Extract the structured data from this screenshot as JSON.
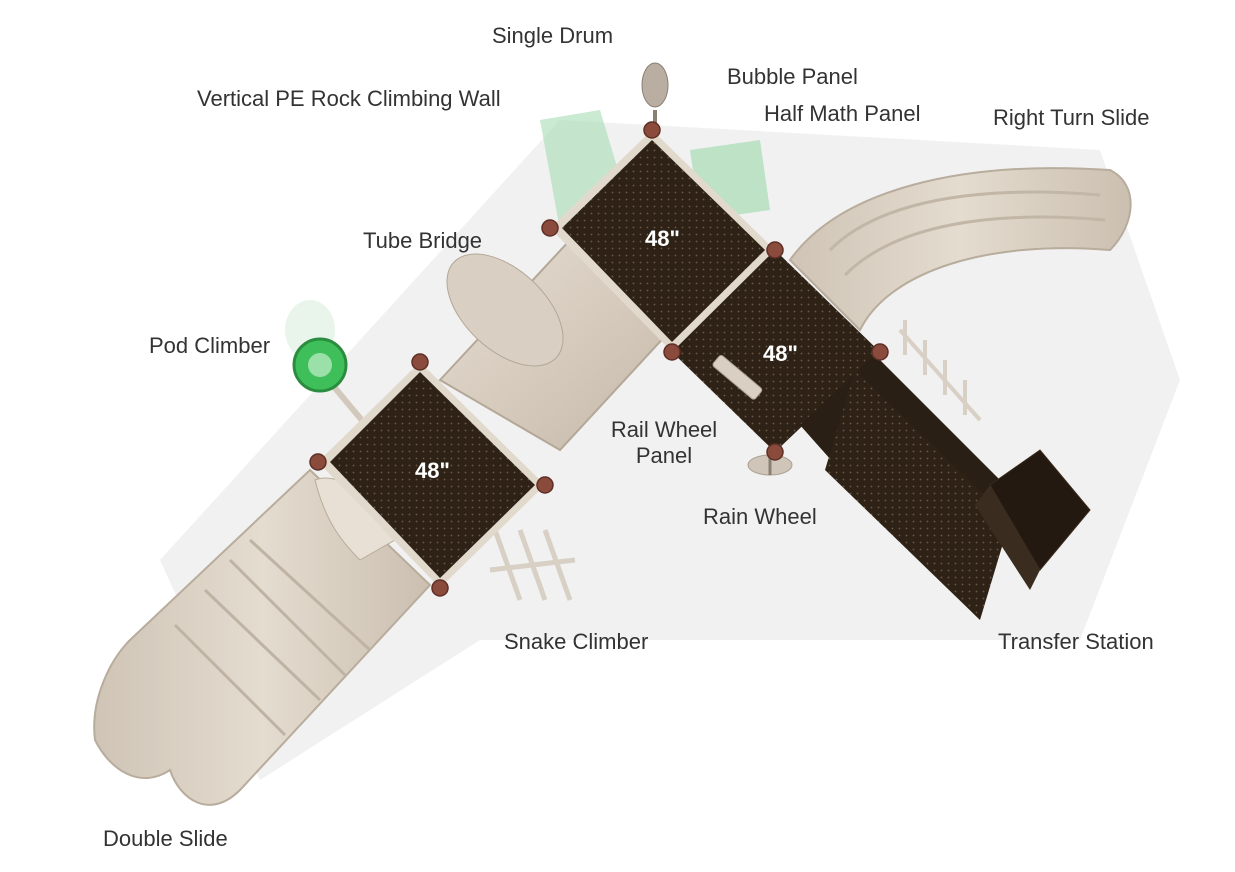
{
  "labels": {
    "single_drum": "Single Drum",
    "bubble_panel": "Bubble Panel",
    "vertical_pe_rock_climbing_wall": "Vertical PE Rock Climbing Wall",
    "half_math_panel": "Half Math Panel",
    "right_turn_slide": "Right Turn Slide",
    "tube_bridge": "Tube Bridge",
    "pod_climber": "Pod Climber",
    "rail_wheel_panel_line1": "Rail Wheel",
    "rail_wheel_panel_line2": "Panel",
    "rain_wheel": "Rain Wheel",
    "snake_climber": "Snake Climber",
    "transfer_station": "Transfer Station",
    "double_slide": "Double Slide"
  },
  "decks": {
    "deck_left_height": "48\"",
    "deck_top_height": "48\"",
    "deck_right_height": "48\""
  },
  "colors": {
    "deck_brown": "#2e2216",
    "plastic_tan": "#d9cfc2",
    "accent_green": "#3fbf5a",
    "post_cap": "#8a4a3c",
    "label_text": "#333333"
  }
}
